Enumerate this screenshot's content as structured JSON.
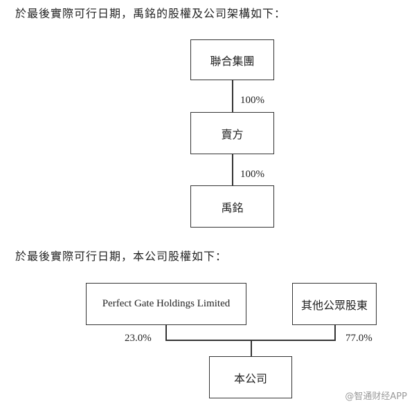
{
  "para1": "於最後實際可行日期，禹銘的股權及公司架構如下：",
  "para2": "於最後實際可行日期，本公司股權如下：",
  "chart1": {
    "top": "聯合集團",
    "mid": "賣方",
    "bottom": "禹銘",
    "pct1": "100%",
    "pct2": "100%"
  },
  "chart2": {
    "left": "Perfect Gate Holdings Limited",
    "right": "其他公眾股東",
    "bottom": "本公司",
    "pct_left": "23.0%",
    "pct_right": "77.0%"
  },
  "watermark": "@智通财经APP"
}
